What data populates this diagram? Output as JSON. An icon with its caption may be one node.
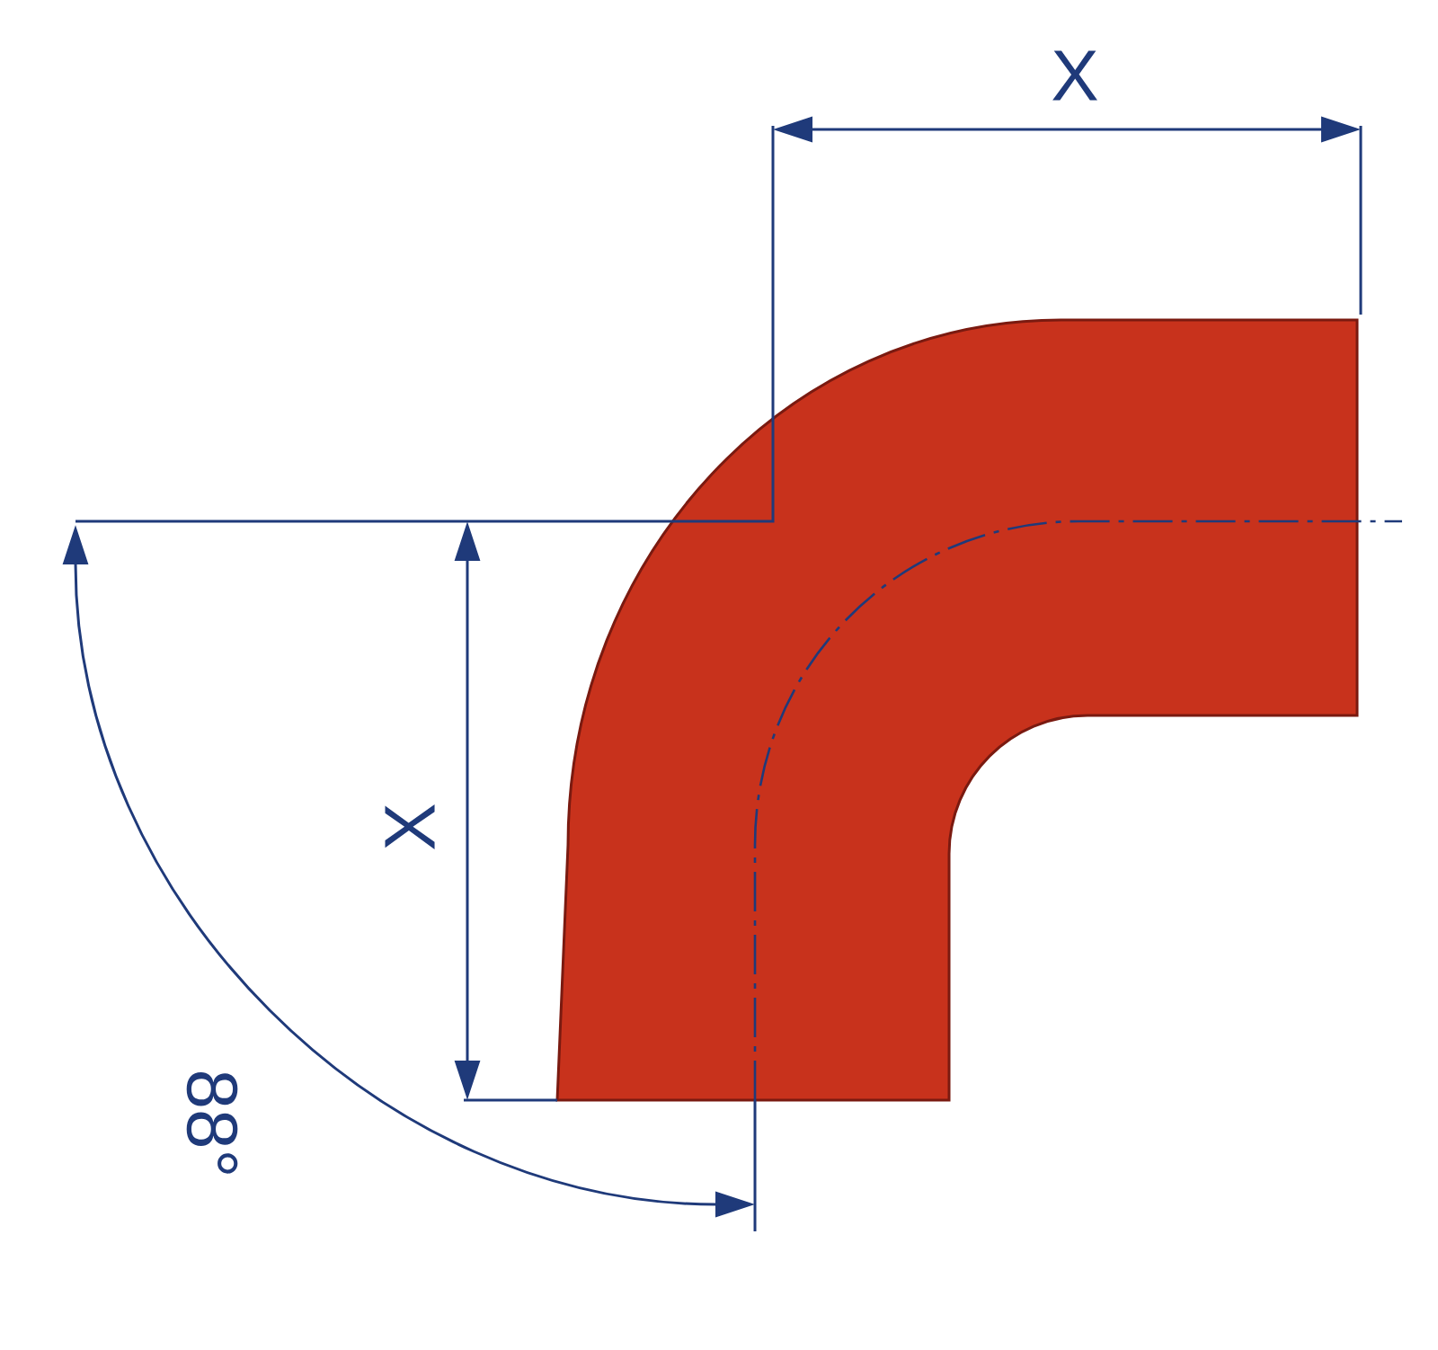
{
  "diagram": {
    "labels": [
      "X",
      "X",
      "88°"
    ]
  }
}
